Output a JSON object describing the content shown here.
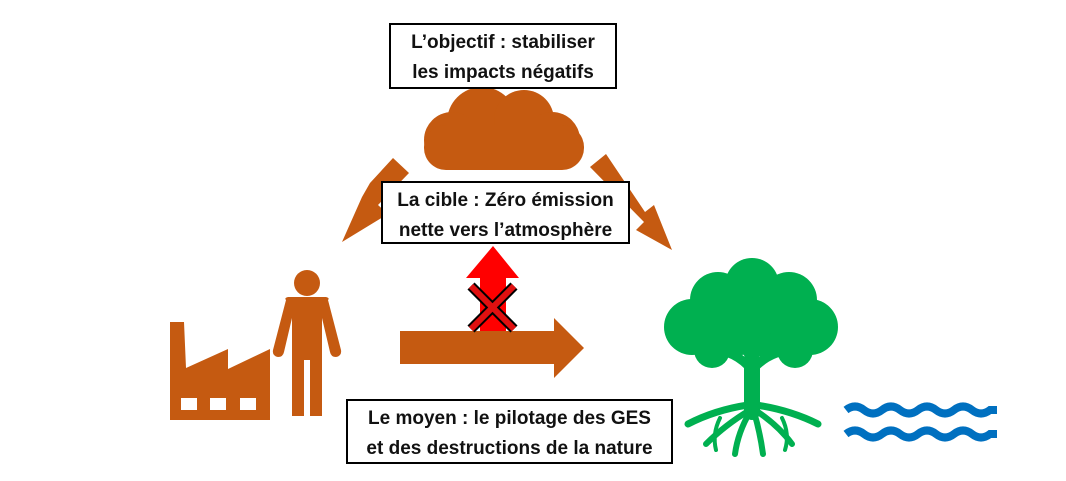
{
  "labels": {
    "objective": [
      "L’objectif : stabiliser",
      "les impacts négatifs"
    ],
    "target": [
      "La cible : Zéro émission",
      "nette vers l’atmosphère"
    ],
    "means": [
      "Le moyen : le pilotage des GES",
      "et des destructions de la nature"
    ]
  },
  "icons": [
    "cloud-icon",
    "factory-icon",
    "person-icon",
    "tree-icon",
    "water-waves-icon",
    "arrow-icon",
    "crossed-out-up-arrow-icon"
  ],
  "colors": {
    "brown": "#c55a11",
    "green": "#00b050",
    "blue": "#0070c0",
    "red": "#ff0000",
    "cross_red": "#e01010"
  }
}
